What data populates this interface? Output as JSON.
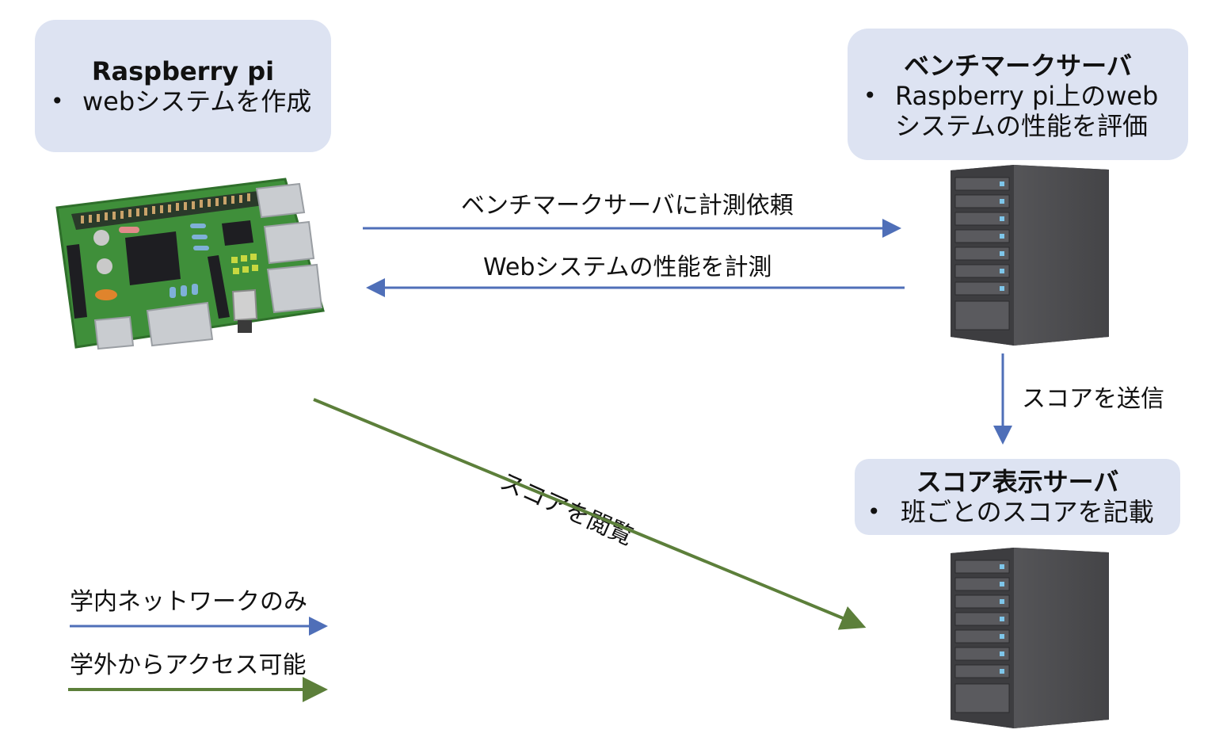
{
  "nodes": {
    "raspberry": {
      "title": "Raspberry pi",
      "items": [
        "webシステムを作成"
      ]
    },
    "benchmark": {
      "title": "ベンチマークサーバ",
      "items": [
        "Raspberry pi上のweb",
        "システムの性能を評価"
      ]
    },
    "score_display": {
      "title": "スコア表示サーバ",
      "items": [
        "班ごとのスコアを記載"
      ]
    }
  },
  "edges": {
    "request": "ベンチマークサーバに計測依頼",
    "measure": "Webシステムの性能を計測",
    "send_score": "スコアを送信",
    "browse_score": "スコアを閲覧"
  },
  "legend": {
    "internal": "学内ネットワークのみ",
    "external": "学外からアクセス可能"
  },
  "colors": {
    "box_fill": "#dde3f2",
    "internal_arrow": "#4f6fb8",
    "external_arrow": "#5c7f3a"
  }
}
